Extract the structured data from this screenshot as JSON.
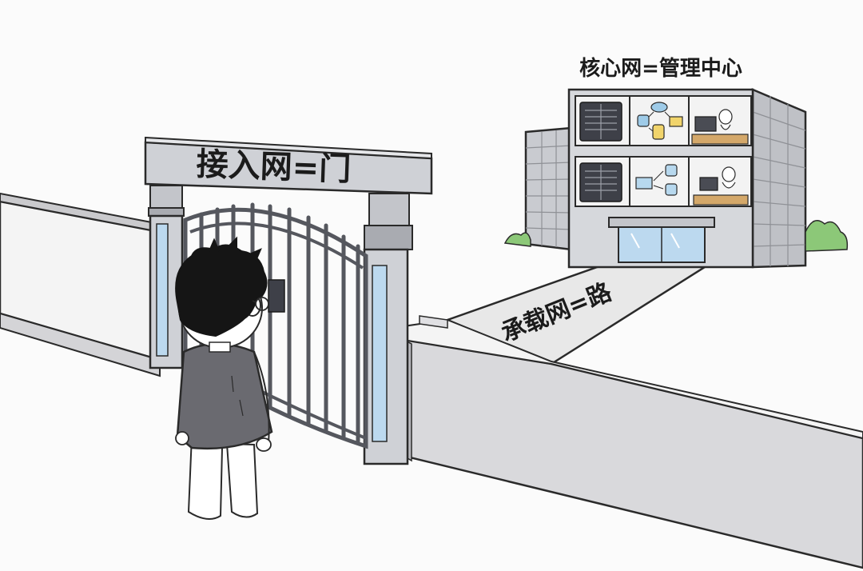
{
  "labels": {
    "core_network": "核心网=管理中心",
    "access_network": "接入网=门",
    "bearer_network": "承载网=路"
  },
  "colors": {
    "wall": "#d9d9dc",
    "wall_shadow": "#b9b9be",
    "gate": "#55575e",
    "building": "#cfd1d6",
    "glass": "#bcd9ef",
    "road": "#e4e4e4",
    "bush": "#8cc878",
    "shirt": "#6a6a70",
    "hair": "#151515"
  },
  "icons": [
    "server-icon",
    "cloud-database-icon",
    "monitor-icon",
    "person-icon"
  ]
}
